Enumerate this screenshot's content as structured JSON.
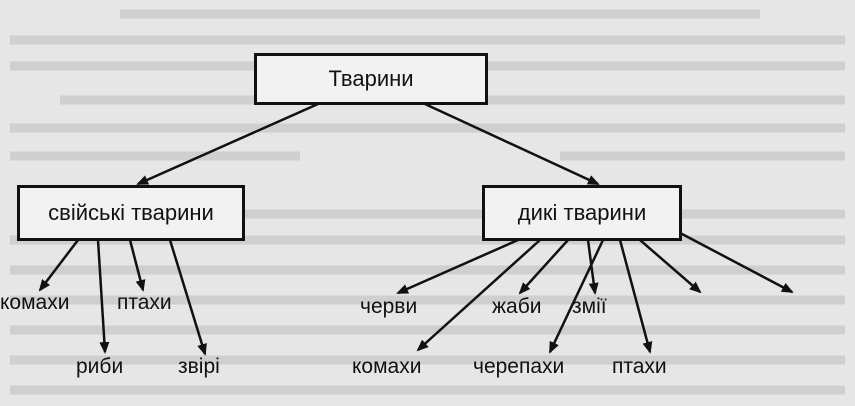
{
  "diagram": {
    "root": {
      "label": "Тварини"
    },
    "branches": [
      {
        "label": "свійські тварини",
        "leaves": [
          "комахи",
          "птахи",
          "риби",
          "звірі"
        ]
      },
      {
        "label": "дикі тварини",
        "leaves": [
          "черви",
          "жаби",
          "змії",
          "комахи",
          "черепахи",
          "птахи",
          ""
        ]
      }
    ]
  },
  "colors": {
    "ink": "#111111",
    "paper": "#e6e6e6",
    "box_fill": "#f2f2f2"
  }
}
